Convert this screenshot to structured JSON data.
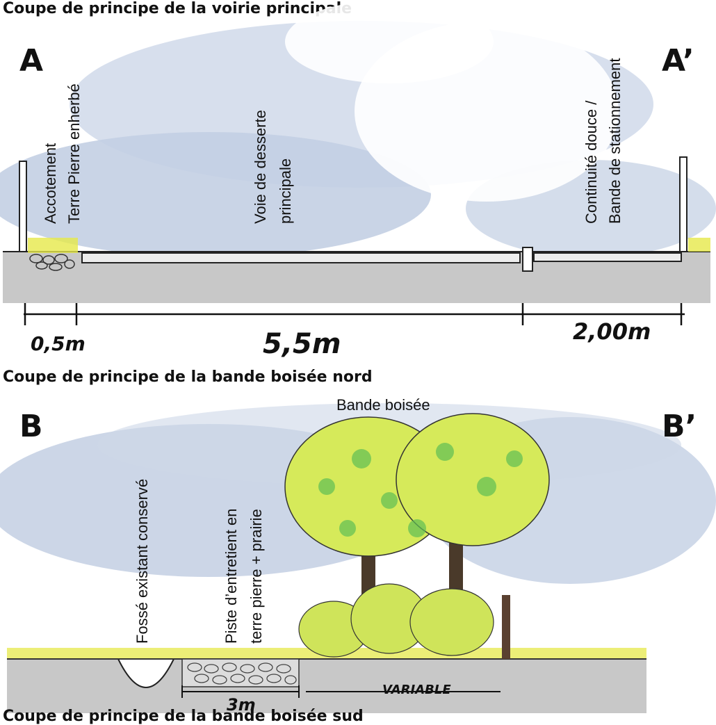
{
  "section_a": {
    "title": "Coupe de principe de la voirie principale",
    "letter_start": "A",
    "letter_end": "A’",
    "labels": {
      "accotement_line1": "Accotement",
      "accotement_line2": "Terre Pierre enherbé",
      "voie_line1": "Voie de desserte",
      "voie_line2": "principale",
      "continuite_line1": "Continuité douce /",
      "continuite_line2": "Bande de stationnement"
    },
    "dimensions": {
      "accotement": "0,5m",
      "voie": "5,5m",
      "continuite": "2,00m"
    }
  },
  "section_b": {
    "title": "Coupe de principe de la bande boisée nord",
    "letter_start": "B",
    "letter_end": "B’",
    "labels": {
      "bande_boisee": "Bande boisée",
      "fosse": "Fossé existant conservé",
      "piste_line1": "Piste d’entretient en",
      "piste_line2": "terre pierre + prairie"
    },
    "dimensions": {
      "piste": "3m",
      "variable": "VARIABLE"
    }
  },
  "section_c": {
    "title_partial": "Coupe de principe de la bande boisée sud"
  },
  "colors": {
    "sky": "#c7d3e6",
    "ground": "#c8c8c8",
    "grass": "#e6e84a",
    "foliage": "#d6ea5a",
    "foliage_dark": "#5fbf55",
    "trunk": "#4a3a2a"
  }
}
